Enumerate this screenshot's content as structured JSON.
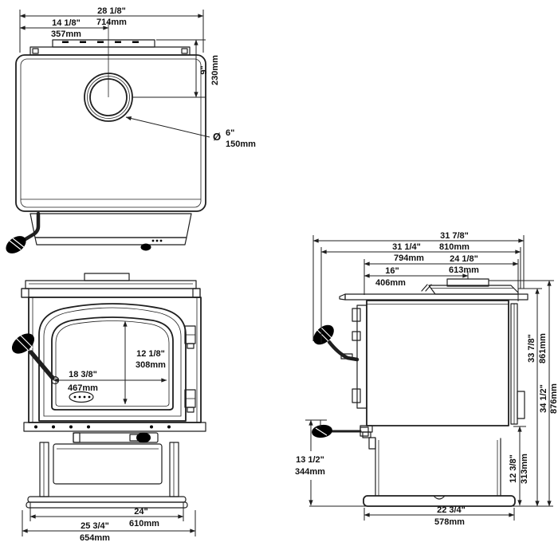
{
  "views": {
    "top": {
      "overall_width": {
        "in": "28 1/8\"",
        "mm": "714mm"
      },
      "flue_center_from_left": {
        "in": "14 1/8\"",
        "mm": "357mm"
      },
      "flue_center_from_rear": {
        "in": "9\"",
        "mm": "230mm"
      },
      "flue_diameter": {
        "symbol": "Ø",
        "in": "6\"",
        "mm": "150mm"
      }
    },
    "front": {
      "glass_height": {
        "in": "12 1/8\"",
        "mm": "308mm"
      },
      "glass_width": {
        "in": "18 3/8\"",
        "mm": "467mm"
      },
      "base_width": {
        "in": "24\"",
        "mm": "610mm"
      },
      "overall_width": {
        "in": "25 3/4\"",
        "mm": "654mm"
      }
    },
    "side": {
      "overall_depth_with_handle": {
        "in": "31 7/8\"",
        "mm": "810mm"
      },
      "depth_to_ash_lip": {
        "in": "31 1/4\"",
        "mm": "794mm"
      },
      "body_depth": {
        "in": "24 1/8\"",
        "mm": "613mm"
      },
      "flue_center_from_front": {
        "in": "16\"",
        "mm": "406mm"
      },
      "height_to_top": {
        "in": "33 7/8\"",
        "mm": "861mm"
      },
      "overall_height": {
        "in": "34 1/2\"",
        "mm": "876mm"
      },
      "handle_height": {
        "in": "13 1/2\"",
        "mm": "344mm"
      },
      "pedestal_height": {
        "in": "12 3/8\"",
        "mm": "313mm"
      },
      "base_depth": {
        "in": "22 3/4\"",
        "mm": "578mm"
      }
    }
  },
  "colors": {
    "line": "#1f1f1f",
    "background": "#ffffff",
    "handle": "#000000"
  }
}
